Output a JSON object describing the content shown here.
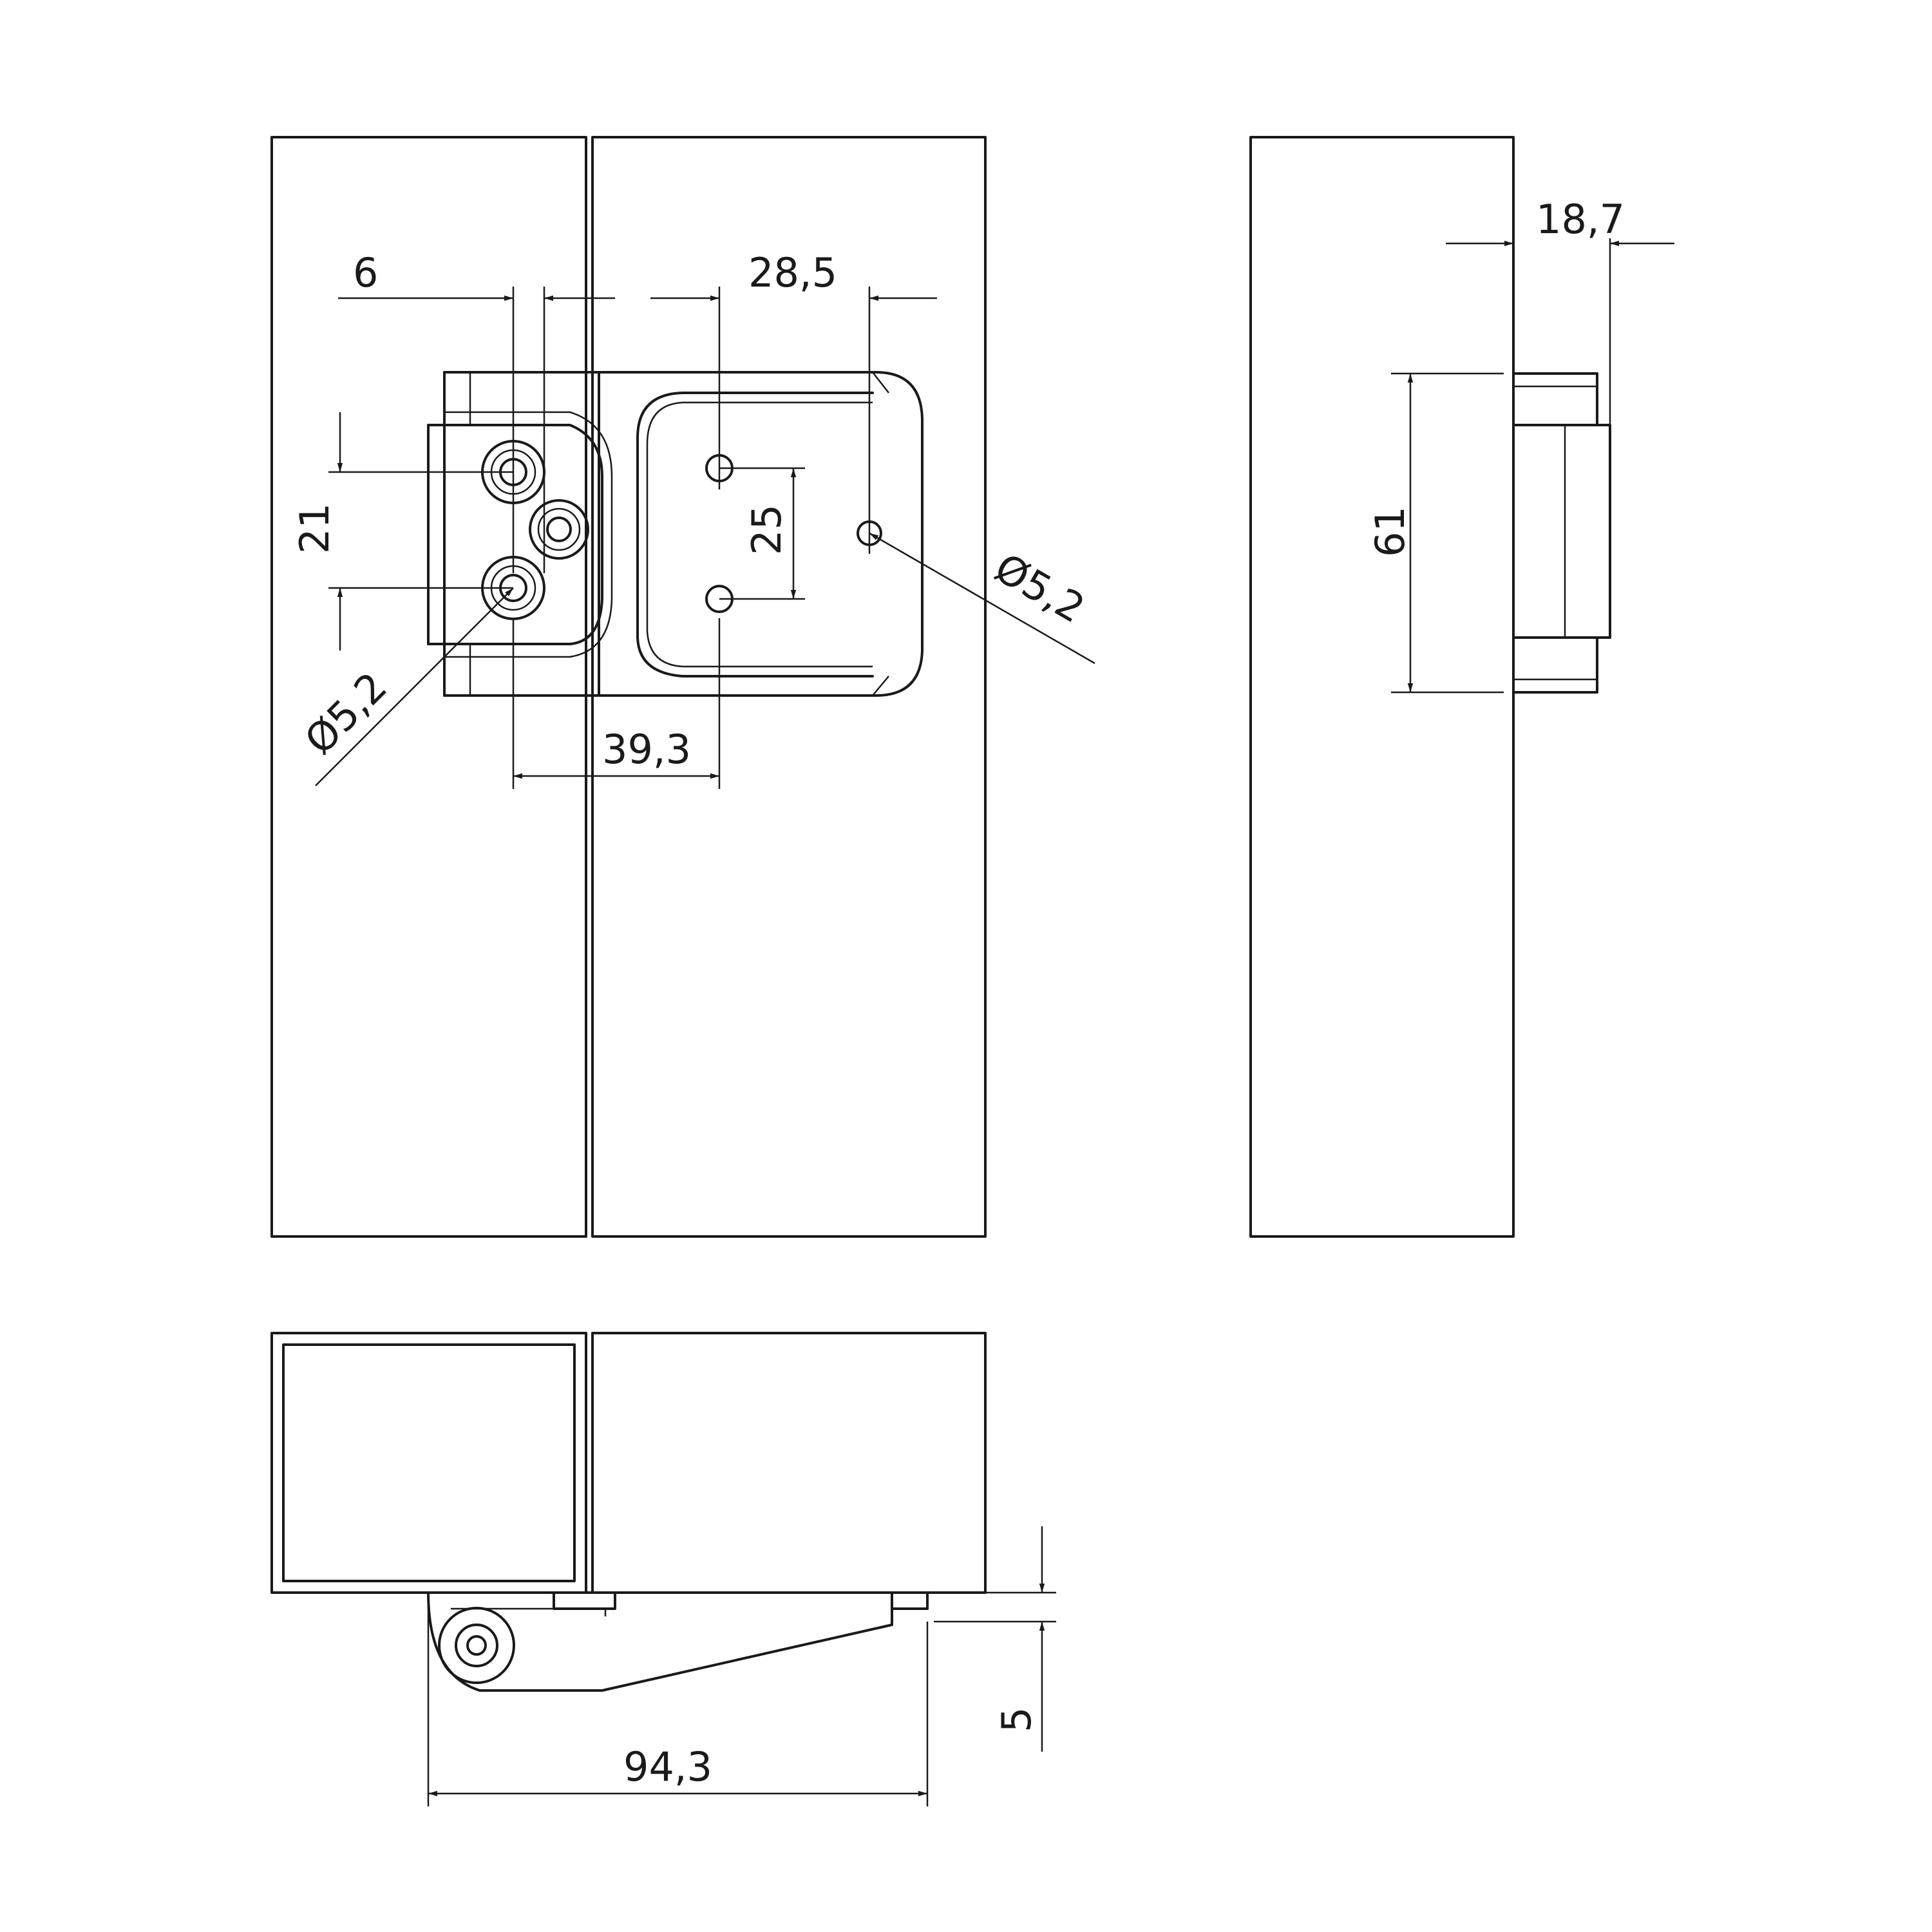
{
  "drawing": {
    "dimensions": {
      "d6": "6",
      "d28_5": "28,5",
      "d18_7": "18,7",
      "d21": "21",
      "d25": "25",
      "d61": "61",
      "d39_3": "39,3",
      "d94_3": "94,3",
      "d5": "5",
      "hole_left": "Ø5,2",
      "hole_right": "Ø5,2"
    }
  }
}
